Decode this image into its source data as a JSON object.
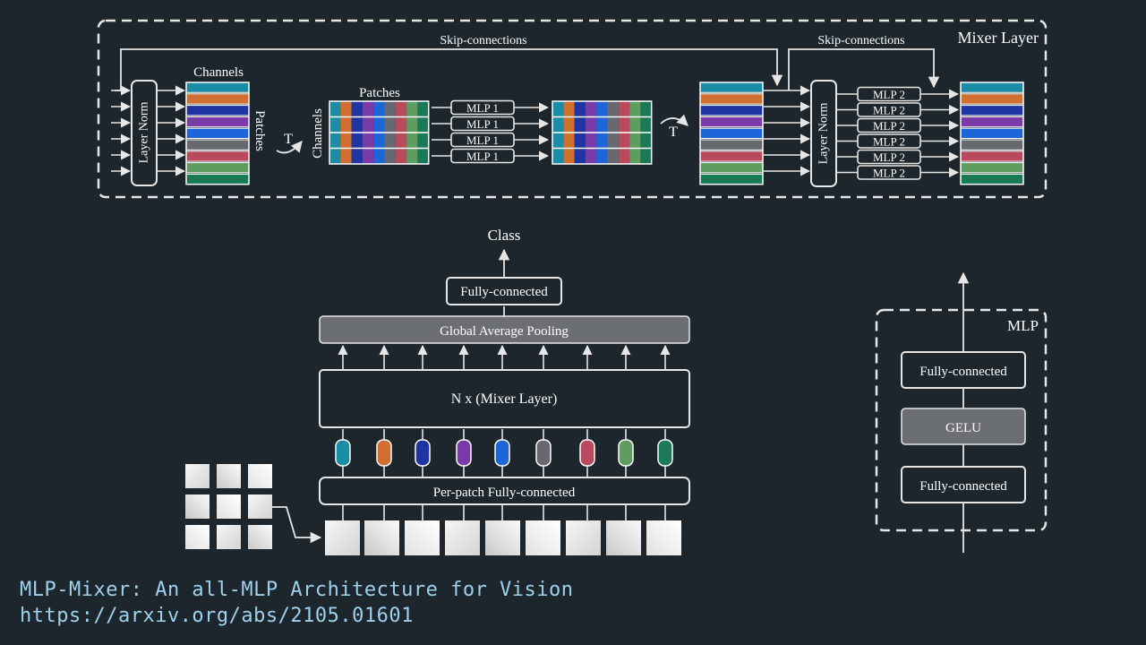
{
  "mixer_layer": {
    "title": "Mixer Layer",
    "skip_label_1": "Skip-connections",
    "skip_label_2": "Skip-connections",
    "layer_norm_1": "Layer Norm",
    "layer_norm_2": "Layer Norm",
    "channels_label": "Channels",
    "patches_side_label": "Patches",
    "transpose_1": "T",
    "patches_label": "Patches",
    "channels_side_label": "Channels",
    "transpose_2": "T",
    "mlp1_label": "MLP 1",
    "mlp2_label": "MLP 2"
  },
  "main": {
    "class_label": "Class",
    "fully_connected": "Fully-connected",
    "global_avg_pool": "Global Average Pooling",
    "mixer_stack": "N x (Mixer Layer)",
    "per_patch_fc": "Per-patch Fully-connected"
  },
  "mlp_block": {
    "title": "MLP",
    "fc_top": "Fully-connected",
    "activation": "GELU",
    "fc_bottom": "Fully-connected"
  },
  "colors": {
    "channel_rows": [
      "#1b8ca5",
      "#d06f30",
      "#1f35a3",
      "#7a3aa8",
      "#1d65d8",
      "#666a70",
      "#b84a5c",
      "#5e9c60",
      "#1b7a56"
    ],
    "background": "#1d262c",
    "caption": "#9fd0ec"
  },
  "caption": {
    "line1": "MLP-Mixer: An all-MLP Architecture for Vision",
    "line2": "https://arxiv.org/abs/2105.01601"
  }
}
